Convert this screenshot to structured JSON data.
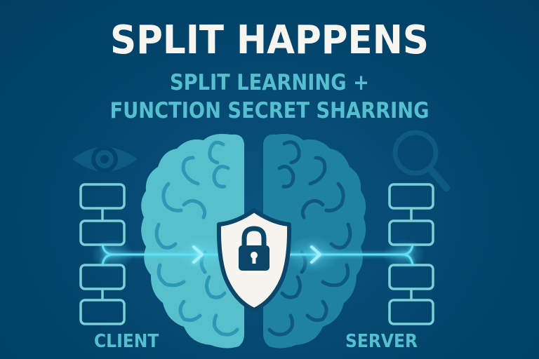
{
  "poster": {
    "title": "SPLIT HAPPENS",
    "subtitle_line1": "SPLIT LEARNING +",
    "subtitle_line2": "FUNCTION SECRET SHARRING",
    "left_label": "CLIENT",
    "right_label": "SERVER"
  },
  "icons": {
    "left_top": "eye-icon",
    "right_top": "magnifier-icon",
    "center": "shield-lock-icon",
    "left_stack": "network-layers-icon",
    "right_stack": "network-layers-icon",
    "brain": "brain-icon",
    "arrows": "chevron-right-icon"
  },
  "colors": {
    "background": "#03446b",
    "title": "#f7f5ef",
    "accent": "#55bfcf",
    "left_brain": "#58bfcc",
    "right_brain": "#1f82a3",
    "flow_line": "#5fe0f5",
    "shield": "#f6f4ef",
    "lock": "#0b4669"
  }
}
